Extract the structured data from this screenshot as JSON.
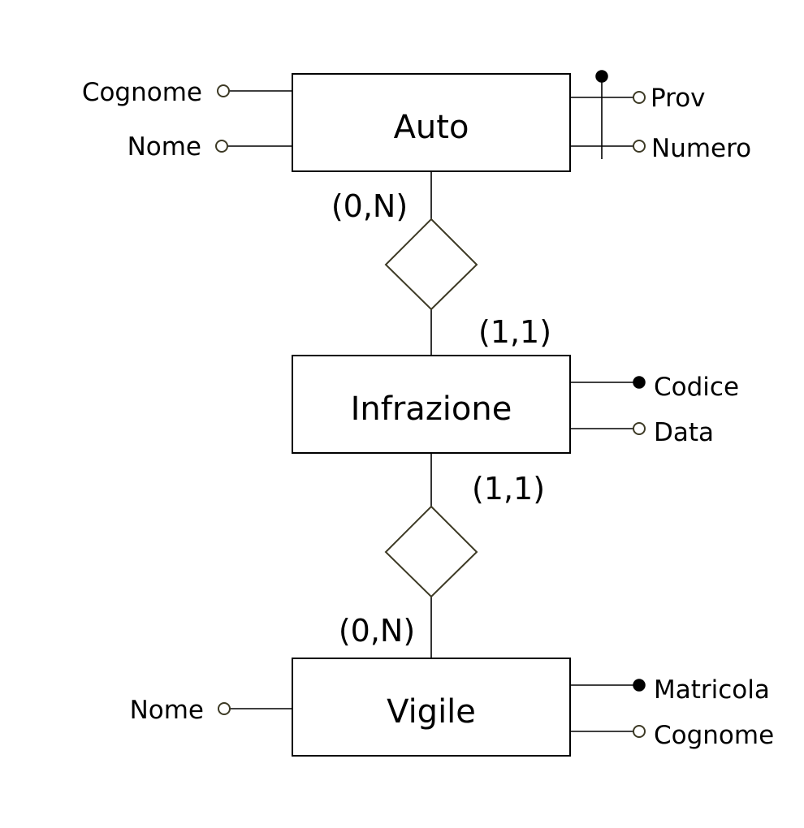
{
  "entities": {
    "auto": {
      "name": "Auto",
      "attributes": {
        "cognome": "Cognome",
        "nome": "Nome",
        "prov": "Prov",
        "numero": "Numero"
      }
    },
    "infrazione": {
      "name": "Infrazione",
      "attributes": {
        "codice": "Codice",
        "data": "Data"
      }
    },
    "vigile": {
      "name": "Vigile",
      "attributes": {
        "nome": "Nome",
        "matricola": "Matricola",
        "cognome": "Cognome"
      }
    }
  },
  "cardinalities": {
    "auto_rel1": "(0,N)",
    "infrazione_rel1": "(1,1)",
    "infrazione_rel2": "(1,1)",
    "vigile_rel2": "(0,N)"
  },
  "colors": {
    "line": "#000000",
    "diamond_stroke": "#3d3a25",
    "key_fill": "#000000"
  }
}
